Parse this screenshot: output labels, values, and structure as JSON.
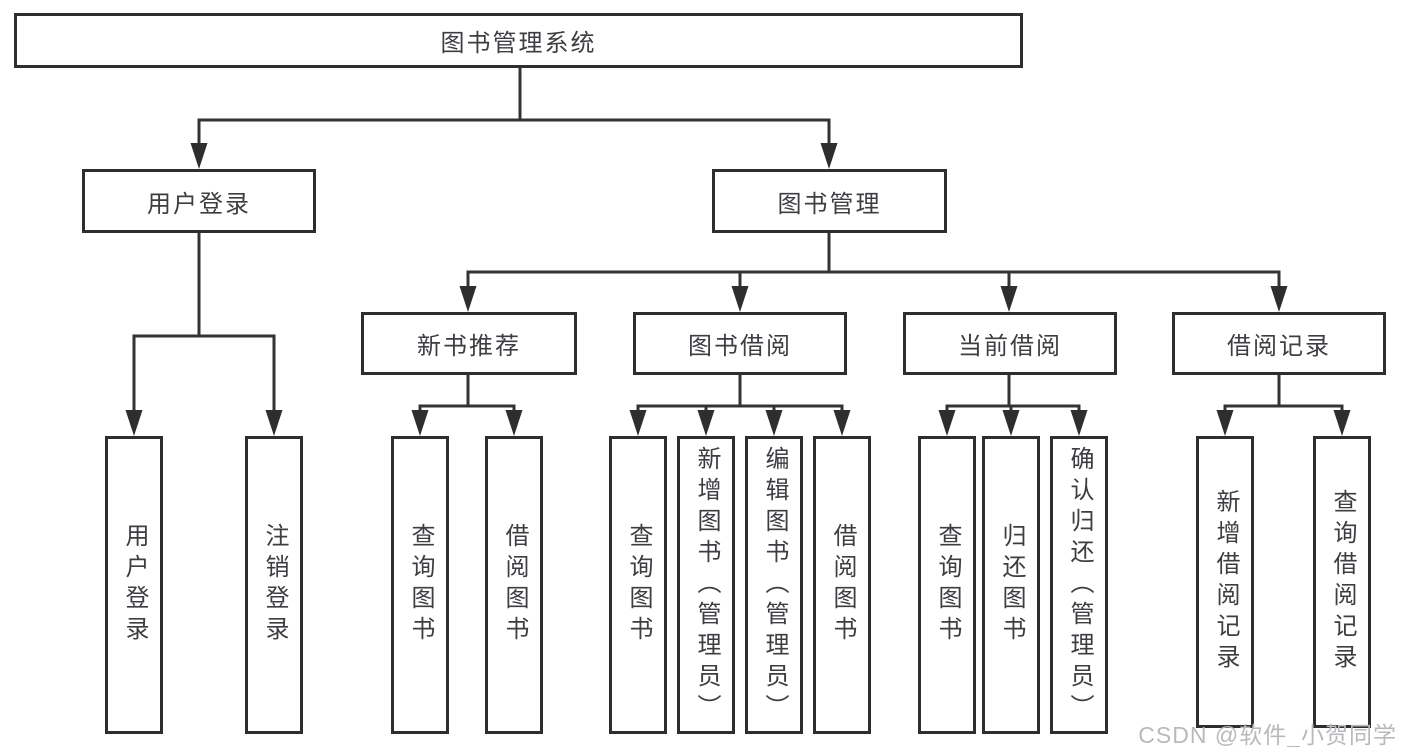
{
  "diagram": {
    "root": {
      "label": "图书管理系统"
    },
    "level2": {
      "user_login": {
        "label": "用户登录"
      },
      "book_management": {
        "label": "图书管理"
      }
    },
    "level3": {
      "new_book_recommend": {
        "label": "新书推荐"
      },
      "book_borrow": {
        "label": "图书借阅"
      },
      "current_borrow": {
        "label": "当前借阅"
      },
      "borrow_record": {
        "label": "借阅记录"
      }
    },
    "leaves": {
      "user_login": [
        "用户登录",
        "注销登录"
      ],
      "new_book_recommend": [
        "查询图书",
        "借阅图书"
      ],
      "book_borrow": [
        "查询图书",
        "新增图书（管理员）",
        "编辑图书（管理员）",
        "借阅图书"
      ],
      "current_borrow": [
        "查询图书",
        "归还图书",
        "确认归还（管理员）"
      ],
      "borrow_record": [
        "新增借阅记录",
        "查询借阅记录"
      ]
    }
  },
  "watermark": {
    "text": "CSDN @软件_小贺同学",
    "color": "#b9b9bd"
  },
  "colors": {
    "line": "#333333",
    "arrow": "#2e2e2e",
    "box_border": "#2e2e2e",
    "text": "#3d3d42",
    "background": "#ffffff"
  }
}
